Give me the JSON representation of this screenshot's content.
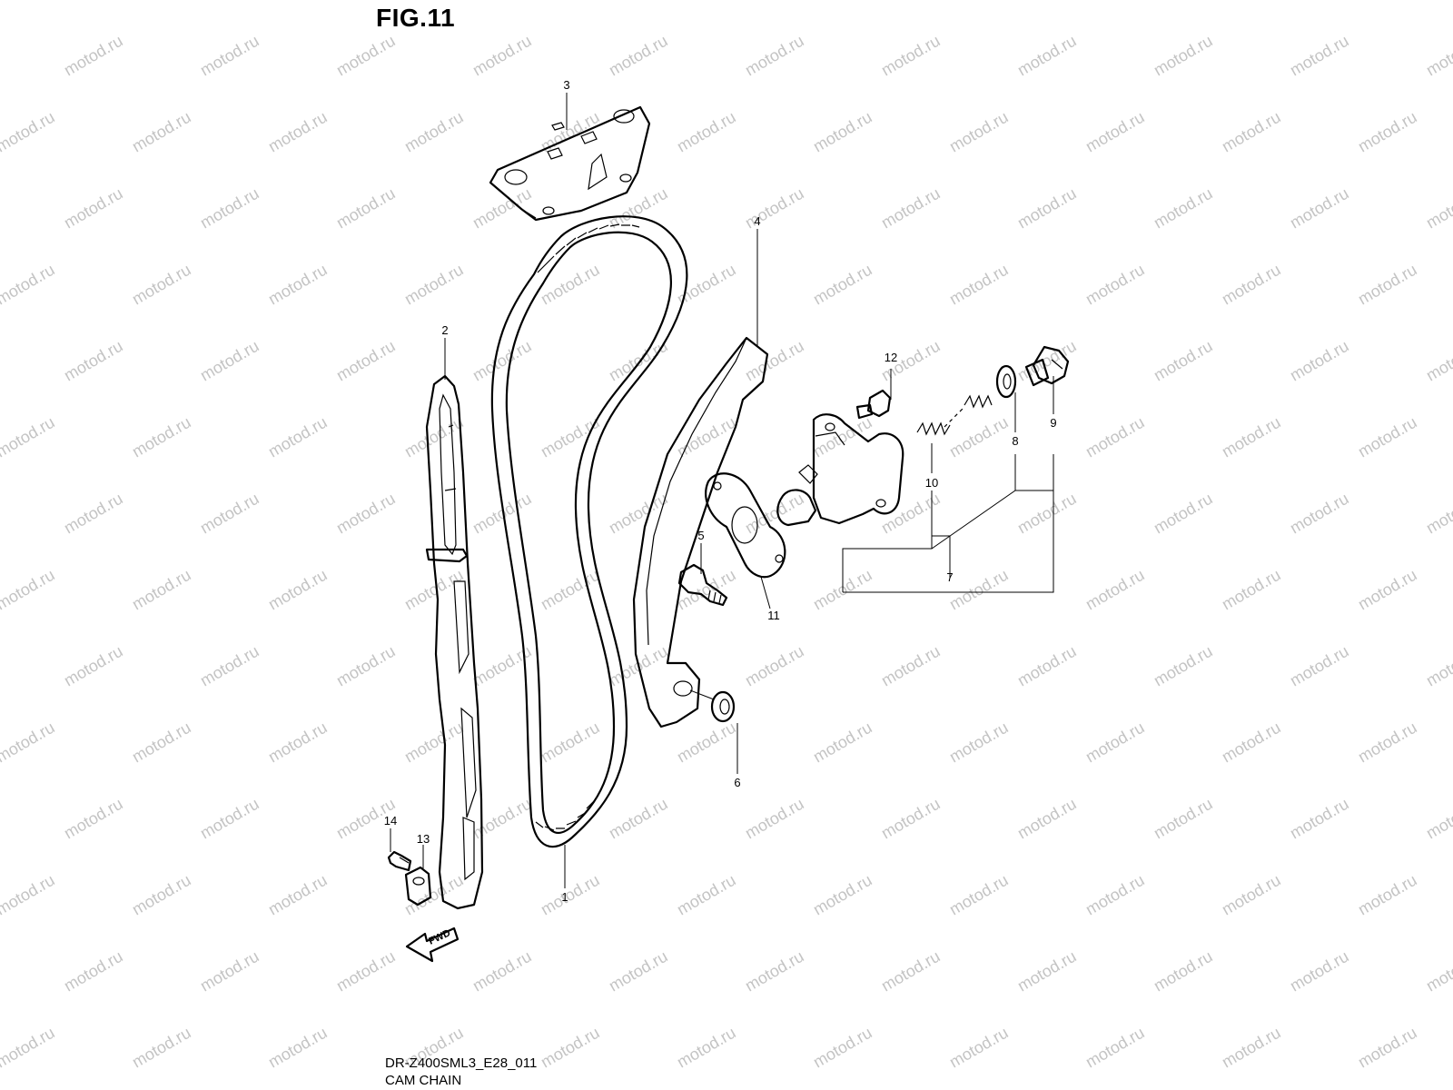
{
  "figure": {
    "title": "FIG.11",
    "model_code": "DR-Z400SML3_E28_011",
    "name": "CAM CHAIN",
    "watermark": "motod.ru",
    "fwd_label": "FWD"
  },
  "callouts": [
    {
      "id": "1",
      "label": "1"
    },
    {
      "id": "2",
      "label": "2"
    },
    {
      "id": "3",
      "label": "3"
    },
    {
      "id": "4",
      "label": "4"
    },
    {
      "id": "5",
      "label": "5"
    },
    {
      "id": "6",
      "label": "6"
    },
    {
      "id": "7",
      "label": "7"
    },
    {
      "id": "8",
      "label": "8"
    },
    {
      "id": "9",
      "label": "9"
    },
    {
      "id": "10",
      "label": "10"
    },
    {
      "id": "11",
      "label": "11"
    },
    {
      "id": "12",
      "label": "12"
    },
    {
      "id": "13",
      "label": "13"
    },
    {
      "id": "14",
      "label": "14"
    }
  ],
  "colors": {
    "line": "#000000",
    "watermark": "#c4c4c4",
    "background": "#ffffff"
  }
}
